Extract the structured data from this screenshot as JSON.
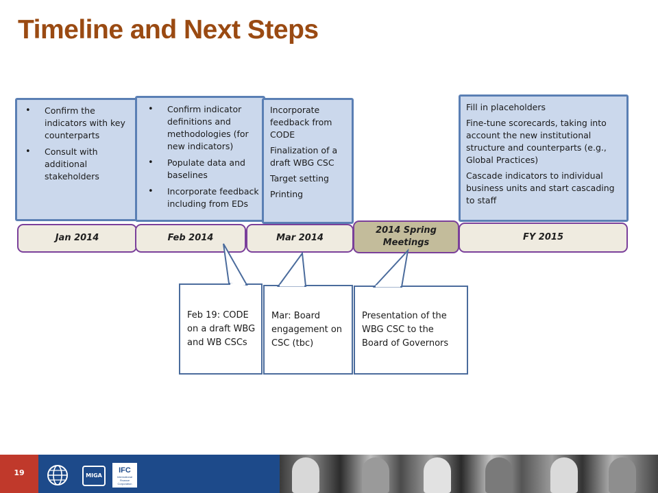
{
  "slide": {
    "title": "Timeline and Next Steps",
    "page_number": "19"
  },
  "boxes": {
    "jan": {
      "items": [
        "Confirm the indicators with key counterparts",
        "Consult with additional stakeholders"
      ]
    },
    "feb": {
      "items": [
        "Confirm indicator definitions and methodologies (for new indicators)",
        "Populate data and baselines",
        "Incorporate feedback including from EDs"
      ]
    },
    "mar": {
      "paragraphs": [
        "Incorporate feedback from CODE",
        "Finalization of a draft WBG CSC",
        "Target setting",
        "Printing"
      ]
    },
    "fy": {
      "paragraphs": [
        "Fill in placeholders",
        "Fine-tune scorecards, taking into account the new institutional structure and counterparts (e.g., Global Practices)",
        "Cascade indicators to individual business units and start cascading to staff"
      ]
    }
  },
  "timeline": [
    {
      "label": "Jan 2014"
    },
    {
      "label": "Feb 2014"
    },
    {
      "label": "Mar 2014"
    },
    {
      "label": "2014 Spring Meetings"
    },
    {
      "label": "FY 2015"
    }
  ],
  "callouts": [
    {
      "text": "Feb 19:  CODE on a draft WBG and WB CSCs"
    },
    {
      "text": "Mar: Board engagement on CSC (tbc)"
    },
    {
      "text": "Presentation of the WBG CSC to the Board of Governors"
    }
  ],
  "footer": {
    "logos": [
      "World Bank",
      "MIGA",
      "IFC"
    ],
    "logo_texts": {
      "miga": "MIGA",
      "ifc": "IFC",
      "ifc_sub": "International Finance Corporation"
    }
  },
  "colors": {
    "title": "#9a4a12",
    "box_fill": "#cbd8ec",
    "box_border": "#5a7fb4",
    "pill_border": "#7a3f9a",
    "pill_fill": "#efebe0",
    "spring_fill": "#c3bc9b",
    "footer_blue": "#1d4a8a",
    "footer_red": "#c0392b"
  }
}
